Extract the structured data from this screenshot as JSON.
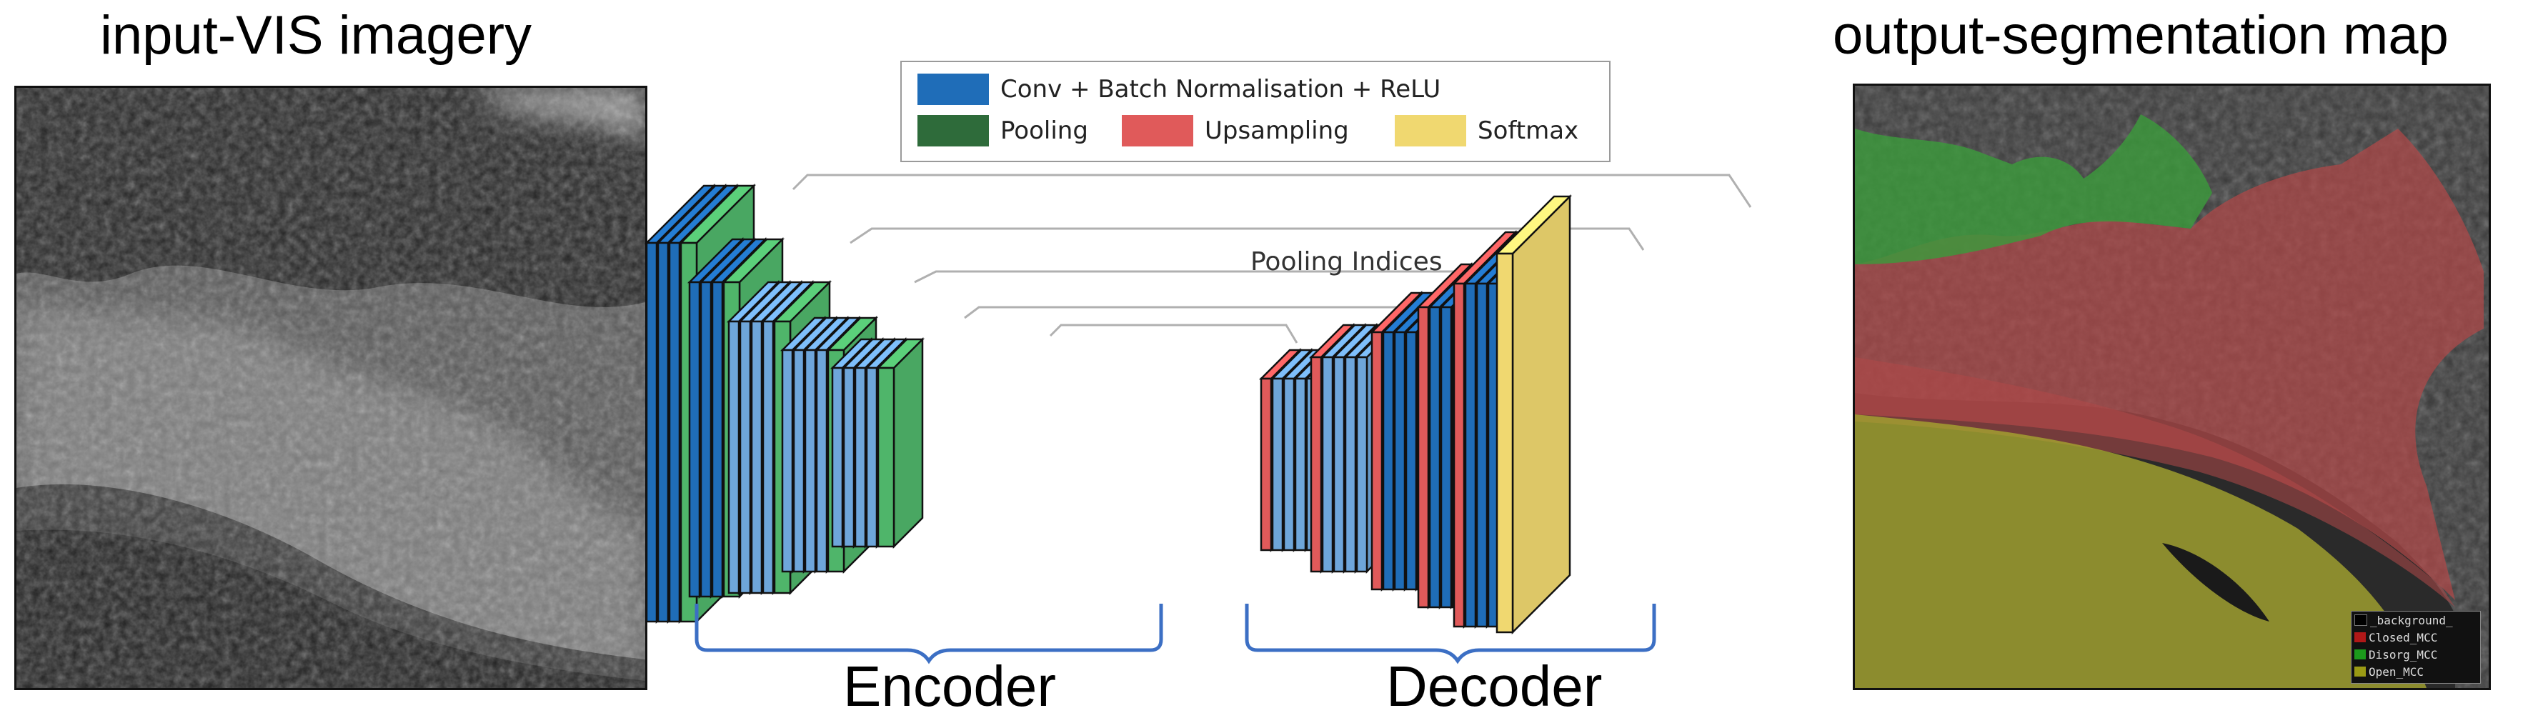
{
  "captions": {
    "input": "input-VIS imagery",
    "output": "output-segmentation map"
  },
  "legend": {
    "items": [
      {
        "label": "Conv + Batch Normalisation + ReLU",
        "color": "#1f6db8"
      },
      {
        "label": "Pooling",
        "color": "#2e6b3a"
      },
      {
        "label": "Upsampling",
        "color": "#e05a5a"
      },
      {
        "label": "Softmax",
        "color": "#f0d870"
      }
    ]
  },
  "network": {
    "skip_label": "Pooling Indices"
  },
  "groups": {
    "encoder": "Encoder",
    "decoder": "Decoder"
  },
  "seg_legend": [
    {
      "label": "_background_",
      "color": "#000000"
    },
    {
      "label": "Closed_MCC",
      "color": "#b01818"
    },
    {
      "label": "Disorg_MCC",
      "color": "#1c9a1c"
    },
    {
      "label": "Open_MCC",
      "color": "#9a9a14"
    }
  ],
  "colors": {
    "conv": "#1f6db8",
    "conv_light": "#6ea6da",
    "pool": "#4fb56a",
    "up": "#e05a5a",
    "softmax": "#f0d870",
    "bracket": "#3c6fc4"
  }
}
